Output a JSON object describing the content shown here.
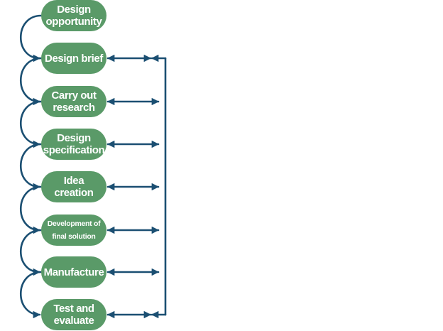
{
  "stages": [
    {
      "label": "Design opportunity"
    },
    {
      "label": "Design brief"
    },
    {
      "label": "Carry out research"
    },
    {
      "label": "Design specification"
    },
    {
      "label": "Idea creation"
    },
    {
      "label": "Development of final solution"
    },
    {
      "label": "Manufacture"
    },
    {
      "label": "Test and evaluate"
    }
  ],
  "colors": {
    "stage_fill": "#5a9a68",
    "stage_text": "#ffffff",
    "arrow": "#1b4f72"
  }
}
